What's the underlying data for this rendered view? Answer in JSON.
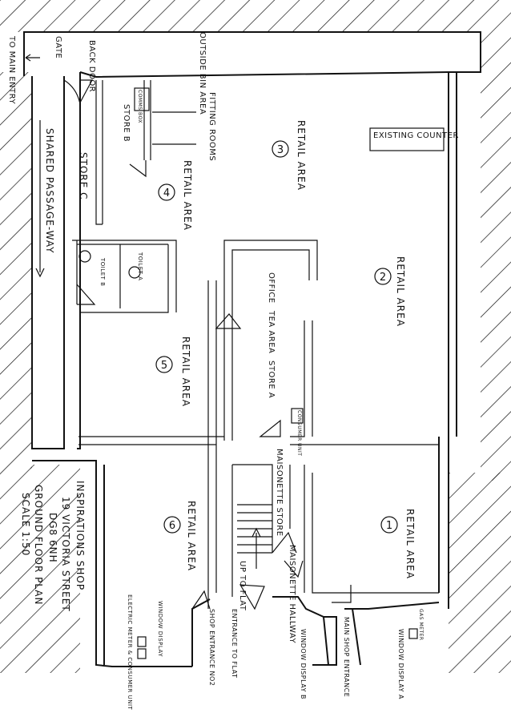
{
  "title_block": {
    "line1": "INSPIRATIONS SHOP",
    "line2": "19 VICTORIA STREET",
    "line3": "DG8 6NH",
    "line4": "GROUND FLOOR PLAN",
    "line5": "SCALE 1:50"
  },
  "labels": {
    "to_main_entry": "TO MAIN ENTRY",
    "gate": "GATE",
    "back_door": "BACK DOOR",
    "outside_bin_area": "OUTSIDE BIN AREA",
    "fitting_rooms": "FITTING ROOMS",
    "store_b": "STORE B",
    "store_c": "STORE C",
    "comms_box": "COMMS BOX",
    "shared_passage": "SHARED PASSAGE-WAY",
    "existing_counter": "EXISTING COUNTER",
    "toilet_a": "TOILET A",
    "toilet_b": "TOILET B",
    "office": "OFFICE",
    "tea_area": "TEA AREA",
    "store_a": "STORE A",
    "consumer_unit": "CONSUMER UNIT",
    "maisonette_store": "MAISONETTE STORE",
    "maisonette_hallway": "MAISONETTE HALLWAY",
    "up_to_flat": "UP TO FLAT",
    "entrance_to_flat": "ENTRANCE TO FLAT",
    "shop_entrance_2": "SHOP ENTRANCE NO2",
    "window_display_b": "WINDOW DISPLAY B",
    "main_shop_entrance": "MAIN SHOP ENTRANCE",
    "window_display_a": "WINDOW DISPLAY A",
    "gas_meter": "GAS METER",
    "window_display": "WINDOW DISPLAY",
    "electric_meter": "ELECTRIC METER & CONSUMER UNIT"
  },
  "rooms": [
    {
      "label": "RETAIL AREA",
      "num": "1"
    },
    {
      "label": "RETAIL AREA",
      "num": "2"
    },
    {
      "label": "RETAIL AREA",
      "num": "3"
    },
    {
      "label": "RETAIL AREA",
      "num": "4"
    },
    {
      "label": "RETAIL AREA",
      "num": "5"
    },
    {
      "label": "RETAIL AREA",
      "num": "6"
    }
  ]
}
